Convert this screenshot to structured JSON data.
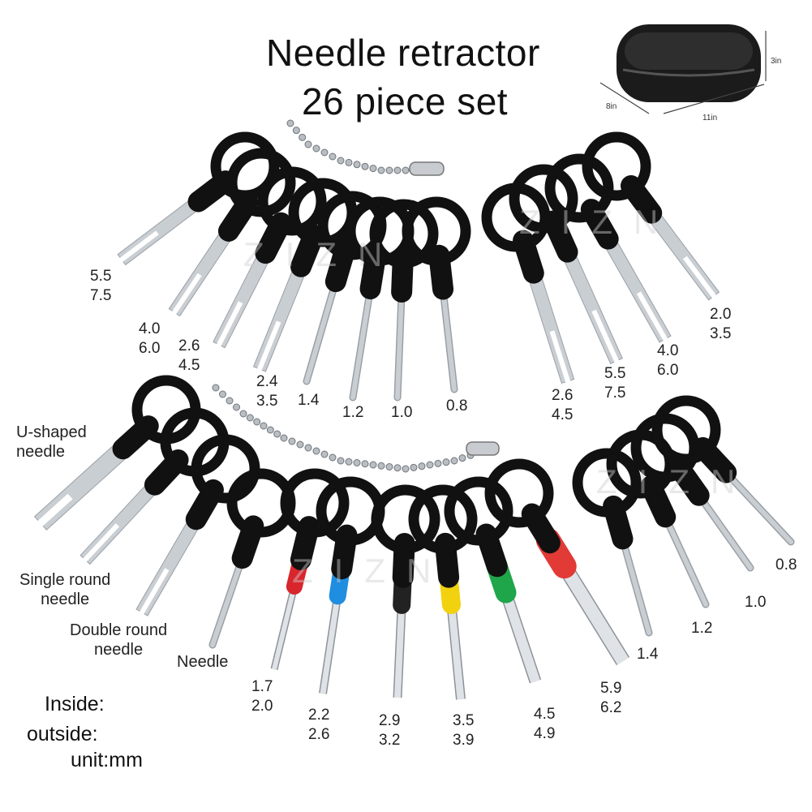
{
  "title": {
    "line1": "Needle retractor",
    "line2": "26 piece set"
  },
  "case_dims": {
    "width": "11in",
    "depth": "8in",
    "height": "3in"
  },
  "watermark": "ZIZN",
  "colors": {
    "handle": "#111111",
    "metal": "#c9ced3",
    "sleeve_red": "#d8262c",
    "sleeve_blue": "#1f8de0",
    "sleeve_black": "#222222",
    "sleeve_yellow": "#f2d10e",
    "sleeve_green": "#1fa64a",
    "sleeve_red_large": "#e23a36"
  },
  "top_left_labels": [
    {
      "inside": "5.5",
      "outside": "7.5"
    },
    {
      "inside": "4.0",
      "outside": "6.0"
    },
    {
      "inside": "2.6",
      "outside": "4.5"
    },
    {
      "inside": "2.4",
      "outside": "3.5"
    },
    {
      "value": "1.4"
    },
    {
      "value": "1.2"
    },
    {
      "value": "1.0"
    },
    {
      "value": "0.8"
    }
  ],
  "top_right_labels": [
    {
      "inside": "2.6",
      "outside": "4.5"
    },
    {
      "inside": "5.5",
      "outside": "7.5"
    },
    {
      "inside": "4.0",
      "outside": "6.0"
    },
    {
      "inside": "2.0",
      "outside": "3.5"
    }
  ],
  "type_labels": {
    "u_shaped": {
      "line1": "U-shaped",
      "line2": "needle"
    },
    "single_round": {
      "line1": "Single round",
      "line2": "needle"
    },
    "double_round": {
      "line1": "Double round",
      "line2": "needle"
    },
    "needle": "Needle"
  },
  "bottom_labels": [
    {
      "inside": "1.7",
      "outside": "2.0"
    },
    {
      "inside": "2.2",
      "outside": "2.6"
    },
    {
      "inside": "2.9",
      "outside": "3.2"
    },
    {
      "inside": "3.5",
      "outside": "3.9"
    },
    {
      "inside": "4.5",
      "outside": "4.9"
    },
    {
      "inside": "5.9",
      "outside": "6.2"
    }
  ],
  "bottom_right_labels": [
    "1.4",
    "1.2",
    "1.0",
    "0.8"
  ],
  "legend": {
    "inside": "Inside:",
    "outside": "outside:",
    "unit": "unit:mm"
  }
}
